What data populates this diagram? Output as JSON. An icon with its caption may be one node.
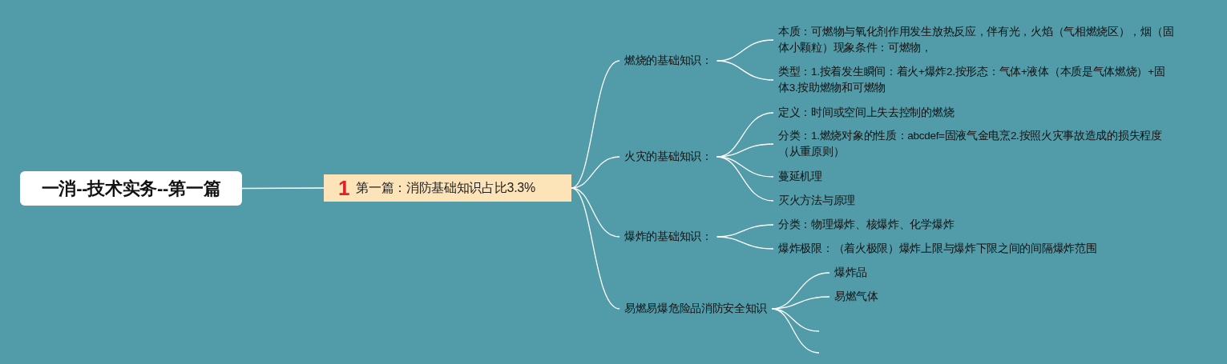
{
  "diagram": {
    "nodes": [
      {
        "text": [
          "一消--技术实务--第一篇"
        ]
      },
      {
        "text": [
          "1",
          "第一篇：消防基础知识占比3.3%"
        ]
      },
      {
        "text": [
          "燃烧的基础知识："
        ]
      },
      {
        "text": [
          "本质：可燃物与氧化剂作用发生放热反应，伴有光，火焰（气相燃烧区），烟（固体小颗粒）现象条件：可燃物，"
        ]
      },
      {
        "text": [
          "类型：1.按着发生瞬间：着火+爆炸2.按形态：气体+液体（本质是气体燃烧）+固体3.按助燃物和可燃物"
        ]
      },
      {
        "text": [
          "火灾的基础知识："
        ]
      },
      {
        "text": [
          "定义：时间或空间上失去控制的燃烧"
        ]
      },
      {
        "text": [
          "分类：1.燃烧对象的性质：abcdef=固液气金电烹2.按照火灾事故造成的损失程度（从重原则）"
        ]
      },
      {
        "text": [
          "蔓延机理"
        ]
      },
      {
        "text": [
          "灭火方法与原理"
        ]
      },
      {
        "text": [
          "爆炸的基础知识："
        ]
      },
      {
        "text": [
          "分类：物理爆炸、核爆炸、化学爆炸"
        ]
      },
      {
        "text": [
          "爆炸极限：（着火极限）爆炸上限与爆炸下限之间的间隔爆炸范围"
        ]
      },
      {
        "text": [
          "易燃易爆危险品消防安全知识"
        ]
      },
      {
        "text": [
          "爆炸品"
        ]
      },
      {
        "text": [
          "易燃气体"
        ]
      }
    ],
    "edges": [
      {
        "from": 0,
        "to": 1,
        "arrow": "none"
      },
      {
        "from": 1,
        "to": 2,
        "arrow": "none"
      },
      {
        "from": 1,
        "to": 5,
        "arrow": "none"
      },
      {
        "from": 1,
        "to": 10,
        "arrow": "none"
      },
      {
        "from": 1,
        "to": 13,
        "arrow": "none"
      },
      {
        "from": 2,
        "to": 3,
        "arrow": "none"
      },
      {
        "from": 2,
        "to": 4,
        "arrow": "none"
      },
      {
        "from": 5,
        "to": 6,
        "arrow": "none"
      },
      {
        "from": 5,
        "to": 7,
        "arrow": "none"
      },
      {
        "from": 5,
        "to": 8,
        "arrow": "none"
      },
      {
        "from": 5,
        "to": 9,
        "arrow": "none"
      },
      {
        "from": 10,
        "to": 11,
        "arrow": "none"
      },
      {
        "from": 10,
        "to": 12,
        "arrow": "none"
      },
      {
        "from": 13,
        "to": 14,
        "arrow": "none"
      },
      {
        "from": 13,
        "to": 15,
        "arrow": "none"
      },
      {
        "from": 13,
        "to": null,
        "arrow": "none"
      },
      {
        "from": 13,
        "to": null,
        "arrow": "none"
      }
    ]
  }
}
